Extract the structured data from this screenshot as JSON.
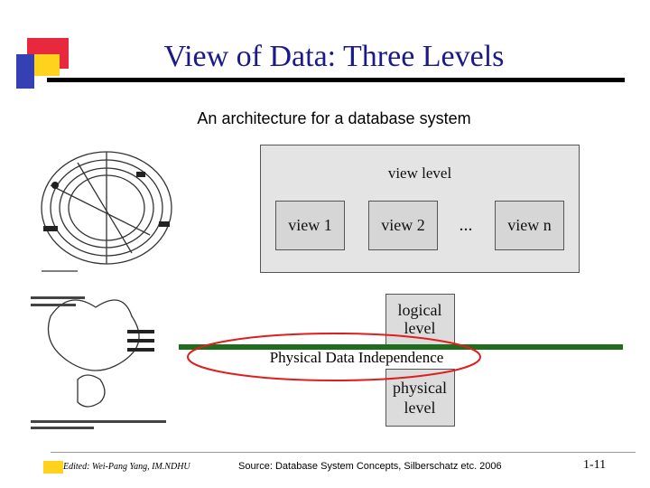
{
  "slide": {
    "title": "View of Data: Three Levels",
    "subtitle": "An architecture for a database system"
  },
  "diagram": {
    "view_level_label": "view level",
    "views": [
      "view 1",
      "view 2",
      "view n"
    ],
    "ellipsis": "...",
    "logical_level_label": "logical level",
    "physical_level_label": "physical level",
    "independence_label": "Physical Data Independence"
  },
  "footer": {
    "edited_by": "Edited: Wei-Pang Yang, IM.NDHU",
    "source": "Source: Database System Concepts, Silberschatz etc. 2006",
    "page_number": "1-11"
  },
  "colors": {
    "title": "#1a1a8c",
    "logo_red": "#e8283c",
    "logo_yellow": "#ffd21e",
    "logo_blue": "#3440b4",
    "green_line": "#1e6e1e",
    "ellipse_red": "#e01e1e"
  }
}
